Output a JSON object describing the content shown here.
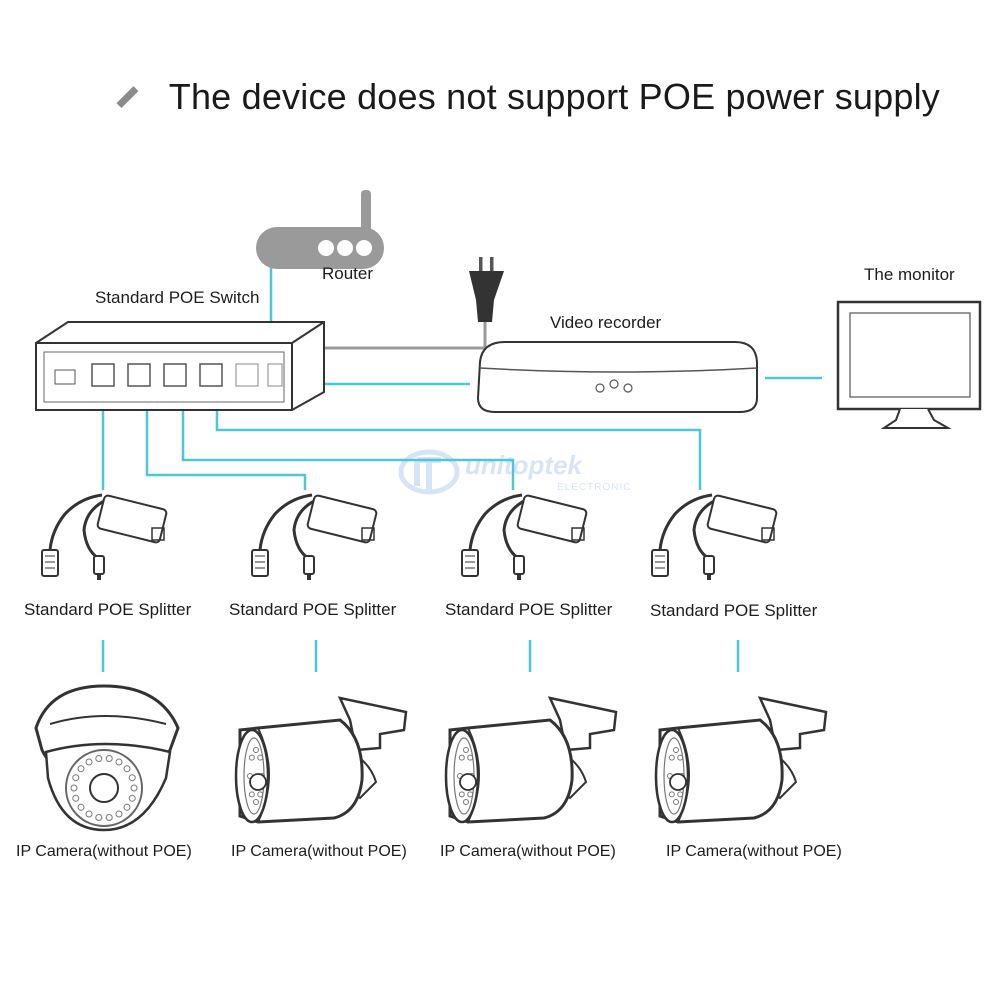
{
  "title": "The device does not support POE power supply",
  "labels": {
    "router": "Router",
    "switch": "Standard POE Switch",
    "recorder": "Video recorder",
    "monitor": "The monitor"
  },
  "splitters": [
    {
      "label": "Standard POE Splitter"
    },
    {
      "label": "Standard POE Splitter"
    },
    {
      "label": "Standard POE Splitter"
    },
    {
      "label": "Standard POE Splitter"
    }
  ],
  "cameras": [
    {
      "label": "IP Camera(without POE)",
      "kind": "dome"
    },
    {
      "label": "IP Camera(without POE)",
      "kind": "bullet"
    },
    {
      "label": "IP Camera(without POE)",
      "kind": "bullet"
    },
    {
      "label": "IP Camera(without POE)",
      "kind": "bullet"
    }
  ],
  "watermark": {
    "name": "unitoptek",
    "sub": "ELECTRONIC"
  },
  "colors": {
    "link": "#4cc7d3",
    "outline": "#333333",
    "fill": "#ffffff",
    "router": "#9a9a9a",
    "diamond": "#8a8a8a"
  }
}
